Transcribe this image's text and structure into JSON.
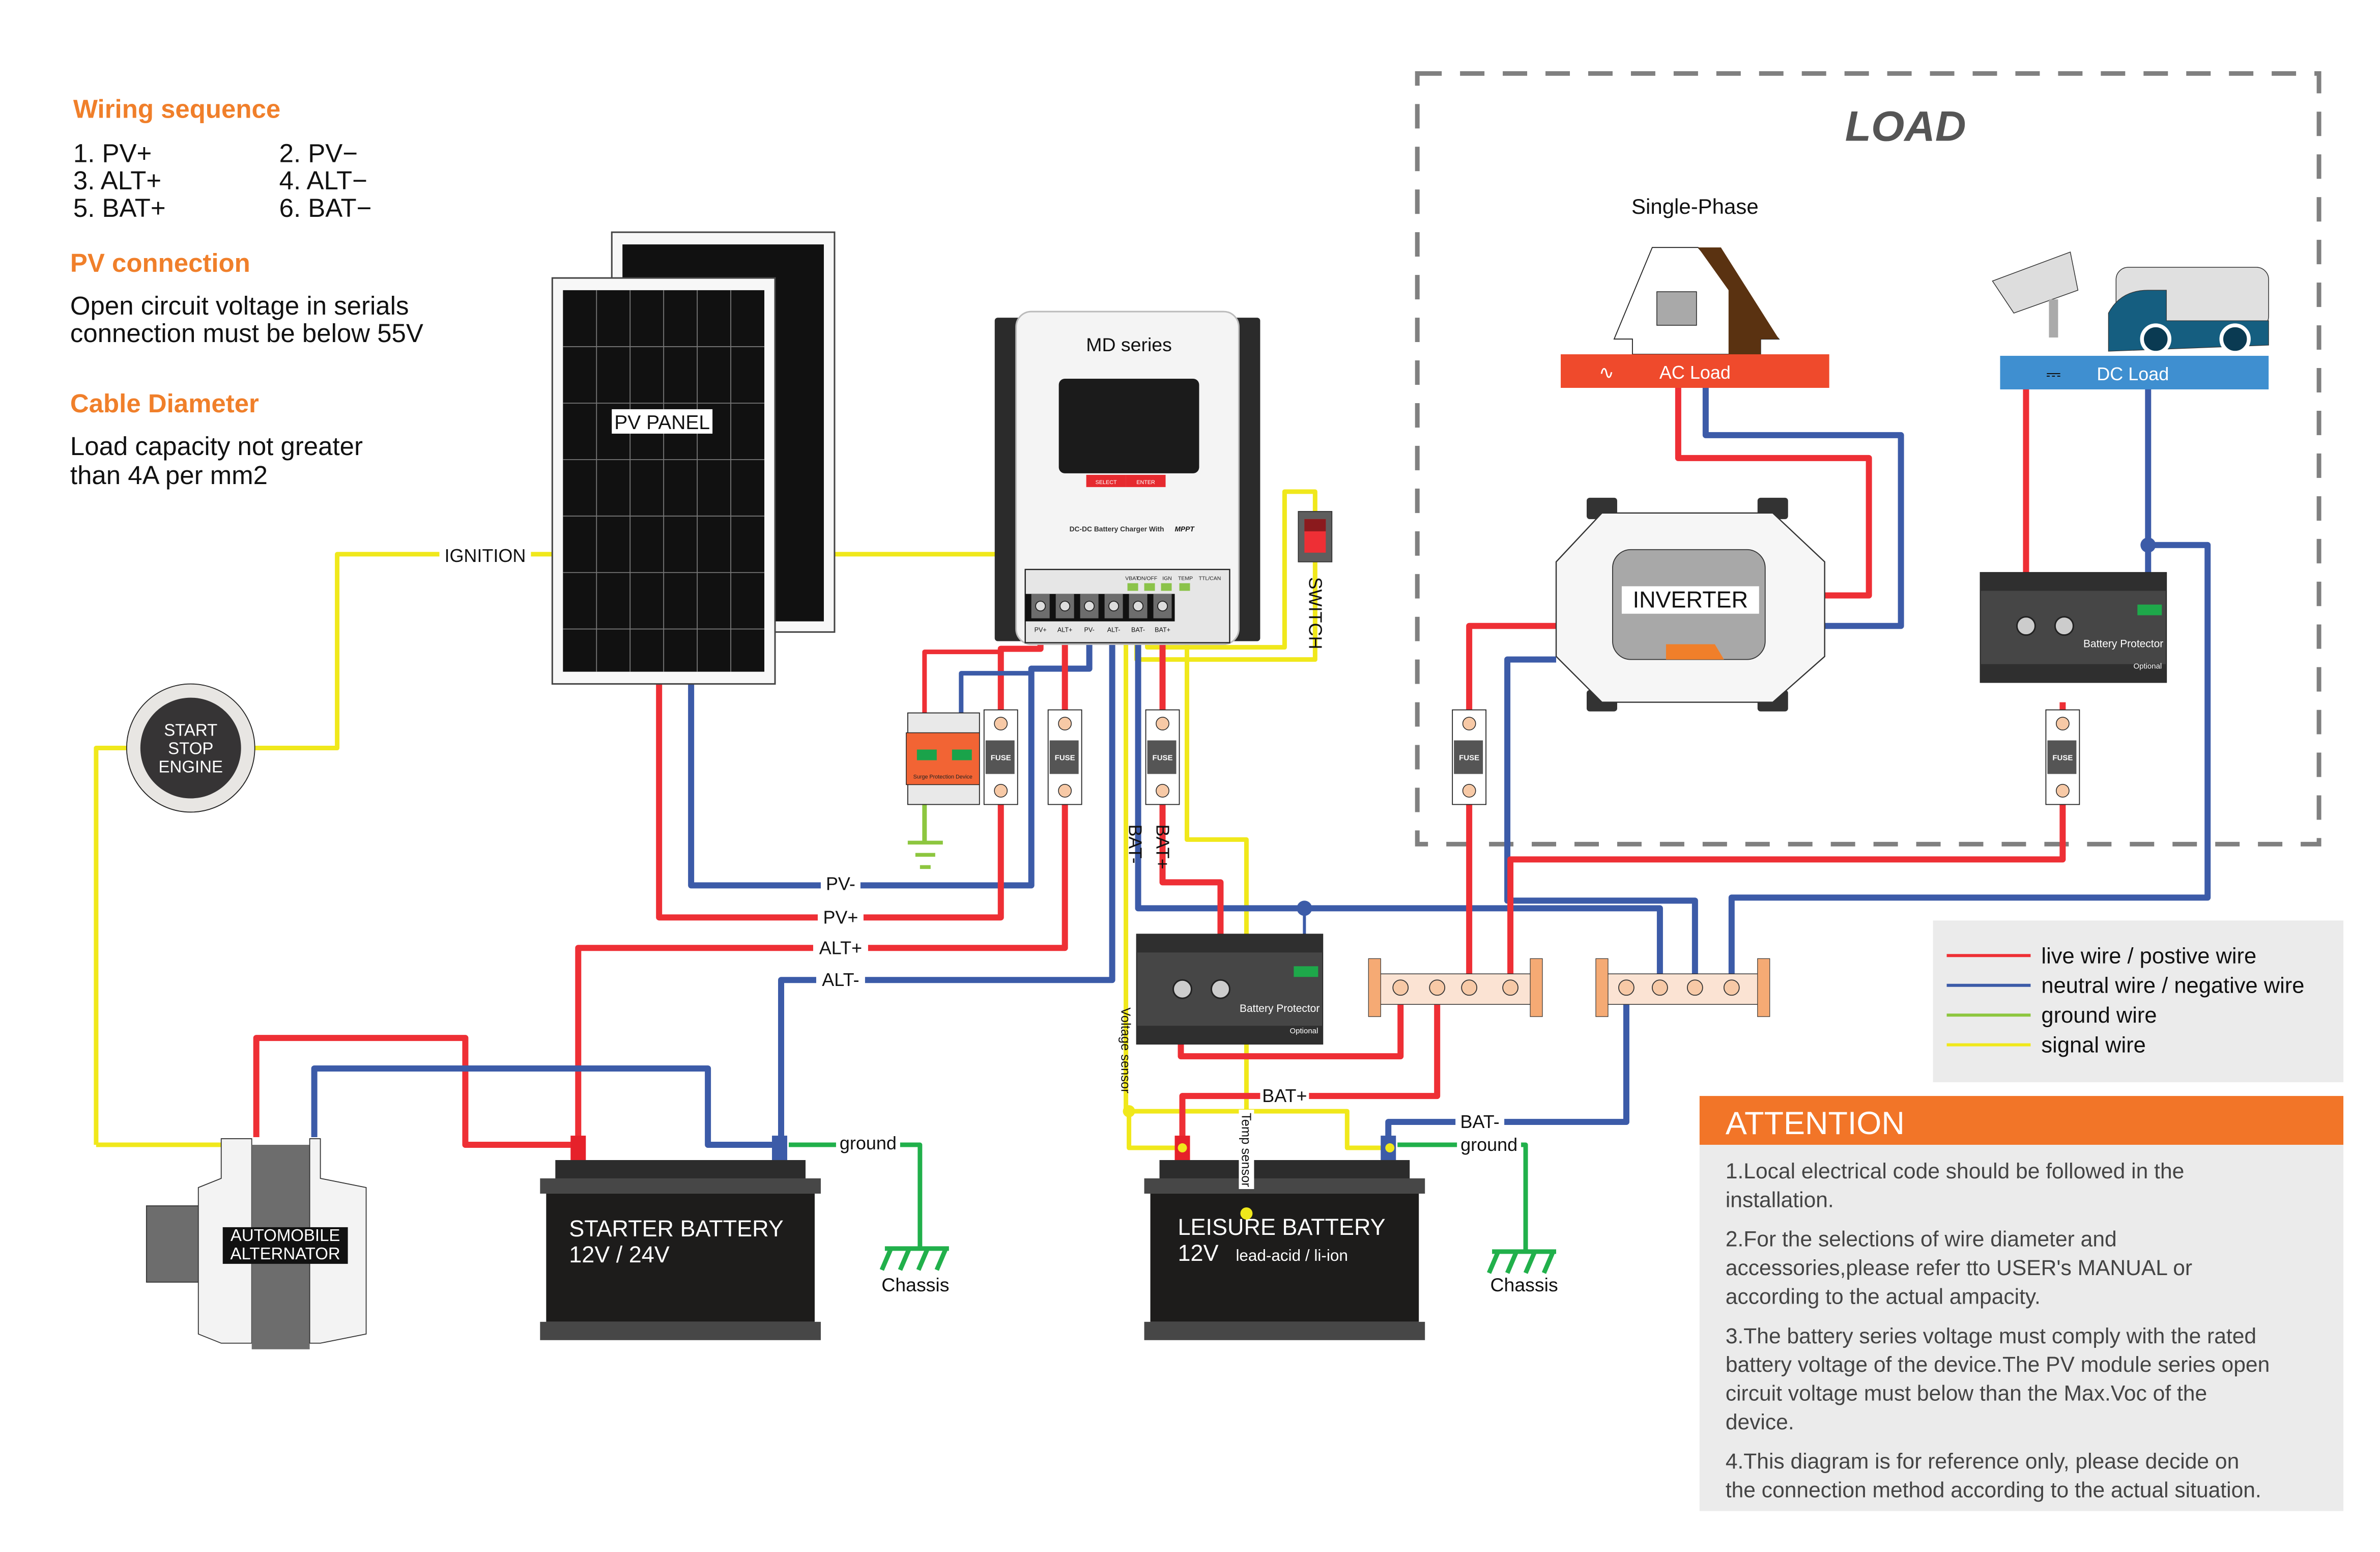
{
  "left_notes": {
    "wiring_sequence": {
      "title": "Wiring sequence",
      "items": [
        "1. PV+",
        "2. PV−",
        "3. ALT+",
        "4. ALT−",
        "5. BAT+",
        "6. BAT−"
      ]
    },
    "pv_connection": {
      "title": "PV connection",
      "lines": [
        "Open circuit voltage in serials",
        "connection must be below 55V"
      ]
    },
    "cable_diameter": {
      "title": "Cable Diameter",
      "lines": [
        "Load capacity not greater",
        "than 4A per mm2"
      ]
    }
  },
  "components": {
    "pv_panel": "PV PANEL",
    "charger": {
      "series": "MD series",
      "subtitle": "DC-DC Battery Charger With",
      "subtitle_brand": "MPPT",
      "buttons": [
        "SELECT",
        "ENTER"
      ],
      "signal_ports": [
        "VBAT",
        "ON/OFF",
        "IGN",
        "TEMP",
        "TTL/CAN"
      ],
      "power_terminals": [
        "PV+",
        "ALT+",
        "PV-",
        "ALT-",
        "BAT-",
        "BAT+"
      ]
    },
    "switch_label": "SWITCH",
    "start_stop": [
      "START",
      "STOP",
      "ENGINE"
    ],
    "alternator": [
      "AUTOMOBILE",
      "ALTERNATOR"
    ],
    "starter_battery": {
      "title": "STARTER BATTERY",
      "voltage": "12V / 24V"
    },
    "leisure_battery": {
      "title": "LEISURE BATTERY",
      "voltage": "12V",
      "chemistry": "lead-acid / li-ion"
    },
    "surge_protection": "Surge Protection Device",
    "fuse_label": "FUSE",
    "battery_protector": {
      "title": "Battery Protector",
      "note": "Optional"
    },
    "inverter": "INVERTER",
    "chassis": "Chassis"
  },
  "wire_labels": {
    "ignition": "IGNITION",
    "pv_minus": "PV-",
    "pv_plus": "PV+",
    "alt_plus": "ALT+",
    "alt_minus": "ALT-",
    "bat_minus_vertical": "BAT-",
    "bat_plus_vertical": "BAT+",
    "voltage_sensor": "Voltage sensor",
    "temp_sensor": "Temp sensor",
    "bat_plus": "BAT+",
    "bat_minus": "BAT-",
    "ground": "ground"
  },
  "load_section": {
    "title": "LOAD",
    "single_phase": "Single-Phase",
    "ac_load": "AC Load",
    "dc_load": "DC Load"
  },
  "legend": [
    {
      "label": "live wire / postive wire",
      "color": "#ee2f35"
    },
    {
      "label": "neutral wire / negative wire",
      "color": "#3c5ba8"
    },
    {
      "label": "ground wire",
      "color": "#8dc63f"
    },
    {
      "label": "signal wire",
      "color": "#f0e81b"
    }
  ],
  "attention": {
    "title": "ATTENTION",
    "items": [
      [
        "1.Local electrical code should be followed in the",
        "installation."
      ],
      [
        "2.For the selections of wire diameter and",
        "accessories,please refer tto USER's MANUAL or",
        "according to the actual ampacity."
      ],
      [
        "3.The battery series voltage must comply with the rated",
        "battery voltage of the device.The PV module series open",
        "circuit voltage must below than the Max.Voc of the",
        "device."
      ],
      [
        "4.This diagram is for reference only, please decide on",
        "the connection method according to the actual situation."
      ]
    ]
  },
  "colors": {
    "accent_orange": "#f07f2a",
    "live": "#ee2f35",
    "neutral": "#3c5ba8",
    "ground": "#8dc63f",
    "signal": "#f0e81b"
  }
}
